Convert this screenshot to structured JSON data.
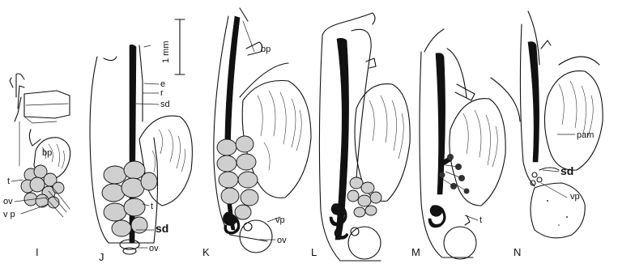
{
  "panels": [
    {
      "id": "I",
      "label": "I"
    },
    {
      "id": "J",
      "label": "J"
    },
    {
      "id": "K",
      "label": "K"
    },
    {
      "id": "L",
      "label": "L"
    },
    {
      "id": "M",
      "label": "M"
    },
    {
      "id": "N",
      "label": "N"
    }
  ],
  "scale_bar": {
    "label": "1 mm"
  },
  "annotations": {
    "I": {
      "bp": "bp",
      "t": "t",
      "ov": "ov",
      "vp": "v p"
    },
    "J": {
      "e": "e",
      "r": "r",
      "sd_top": "sd",
      "t": "t",
      "sd": "sd",
      "ov": "ov"
    },
    "K": {
      "bp": "bp",
      "vp": "vp",
      "ov": "ov"
    },
    "M": {
      "t": "t"
    },
    "N": {
      "pam": "pam",
      "sd": "sd",
      "vp": "vp"
    }
  }
}
